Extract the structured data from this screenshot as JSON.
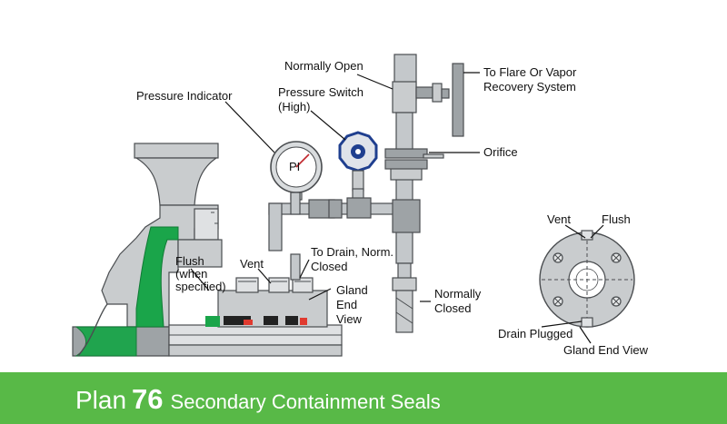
{
  "labels": {
    "normally_open": "Normally Open",
    "flare_line1": "To Flare Or Vapor",
    "flare_line2": "Recovery System",
    "pressure_switch_line1": "Pressure Switch",
    "pressure_switch_line2": "(High)",
    "pressure_indicator": "Pressure Indicator",
    "orifice": "Orifice",
    "gauge_symbol": "PI",
    "vent_main": "Vent",
    "drain_line1": "To Drain, Norm.",
    "drain_line2": "Closed",
    "flush_line1": "Flush",
    "flush_line2": "(when",
    "flush_line3": "specified)",
    "gland_line1": "Gland",
    "gland_line2": "End",
    "gland_line3": "View",
    "normally_closed_line1": "Normally",
    "normally_closed_line2": "Closed",
    "end_view_vent": "Vent",
    "end_view_flush": "Flush",
    "drain_plugged": "Drain Plugged",
    "gland_end_view": "Gland End View"
  },
  "banner": {
    "plan_word": "Plan",
    "plan_number": "76",
    "title": "Secondary Containment Seals"
  },
  "colors": {
    "banner_green": "#58b947",
    "seal_green": "#1aa54a",
    "switch_blue": "#1f3f8f"
  }
}
